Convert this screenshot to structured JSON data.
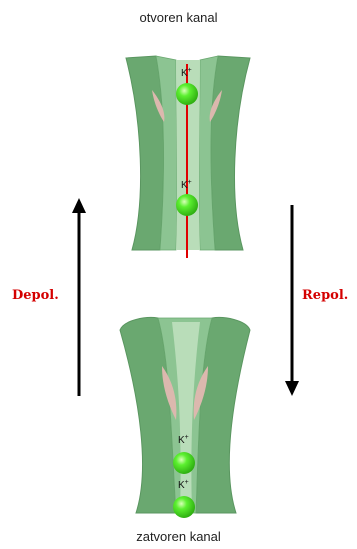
{
  "open_label": "otvoren kanal",
  "closed_label": "zatvoren kanal",
  "depol_label": "Depol.",
  "repol_label": "Repol.",
  "ion_label": "K",
  "ion_charge": "+",
  "colors": {
    "channel_dark": "#6aa870",
    "channel_light": "#8cc492",
    "channel_core": "#b9ddb9",
    "gate_pink": "#dcb8ae",
    "ion_green": "#3fdc1e",
    "axis_red": "#e00000",
    "arrow": "#000000",
    "side_text": "#d40000"
  }
}
